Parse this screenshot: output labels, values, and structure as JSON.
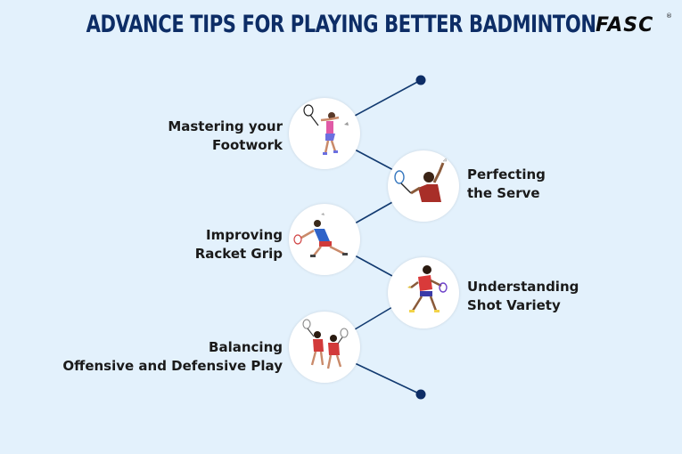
{
  "header": {
    "title": "ADVANCE TIPS FOR PLAYING BETTER BADMINTON",
    "logo_text": "FASC",
    "logo_mark": "®"
  },
  "colors": {
    "background": "#e3f1fc",
    "title": "#0d2d66",
    "connector": "#123a70"
  },
  "tips": [
    {
      "line1": "Mastering your",
      "line2": "Footwork",
      "icon": "badminton-player-smash-icon"
    },
    {
      "line1": "Perfecting",
      "line2": "the Serve",
      "icon": "badminton-player-serve-icon"
    },
    {
      "line1": "Improving",
      "line2": "Racket Grip",
      "icon": "badminton-player-lunge-icon"
    },
    {
      "line1": "Understanding",
      "line2": "Shot  Variety",
      "icon": "badminton-player-backhand-icon"
    },
    {
      "line1": "Balancing",
      "line2": "Offensive and Defensive Play",
      "icon": "badminton-doubles-players-icon"
    }
  ]
}
